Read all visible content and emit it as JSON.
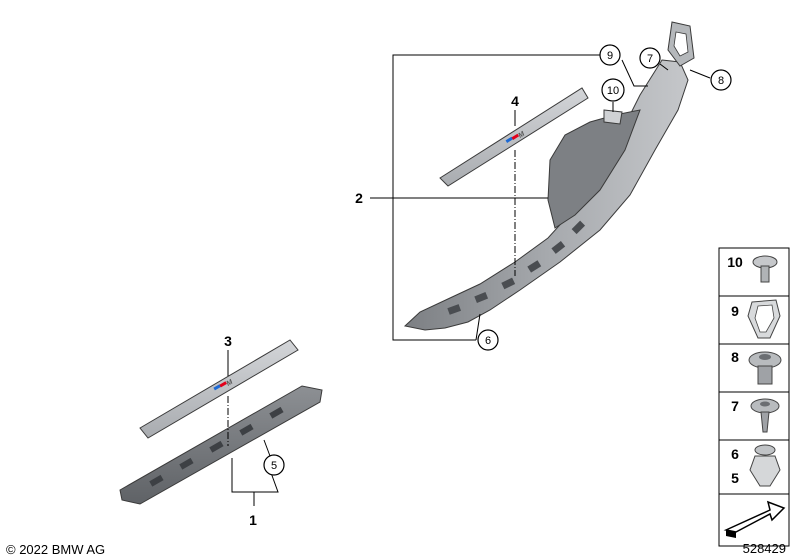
{
  "callouts": {
    "c1": "1",
    "c2": "2",
    "c3": "3",
    "c4": "4",
    "c5": "5",
    "c6": "6",
    "c7": "7",
    "c8": "8",
    "c9": "9",
    "c10": "10"
  },
  "trim_emblem": "M",
  "side_panel": [
    "10",
    "9",
    "8",
    "7",
    "6",
    "5"
  ],
  "footer": {
    "copyright": "© 2022 BMW AG",
    "diagram_number": "528429"
  },
  "colors": {
    "part_light": "#c9cbce",
    "part_mid": "#9ea1a5",
    "part_dark": "#6f7276",
    "m_blue": "#1c69d4",
    "m_red": "#e2001a"
  }
}
